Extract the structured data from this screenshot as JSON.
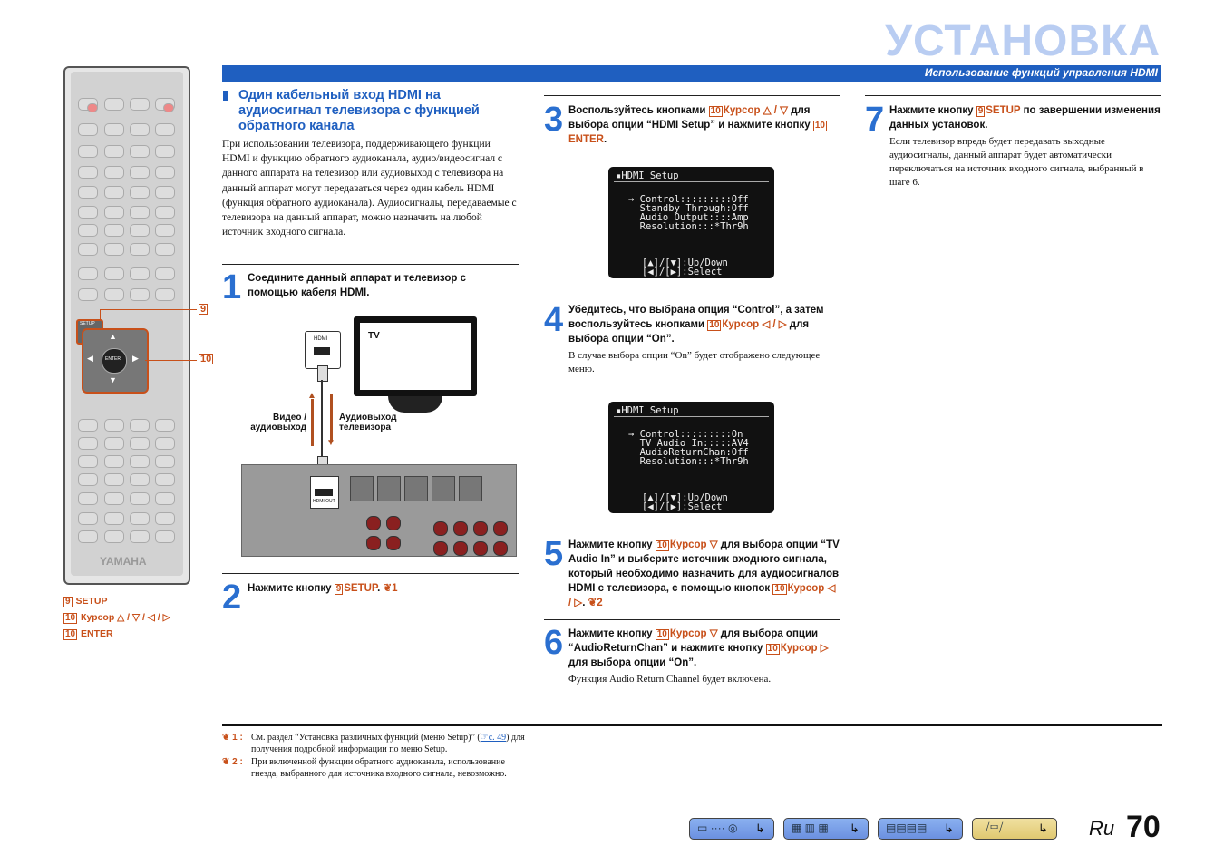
{
  "header": {
    "title": "УСТАНОВКА",
    "subtitle": "Использование функций управления HDMI"
  },
  "section": {
    "heading": "Один кабельный вход HDMI на аудиосигнал телевизора с функцией обратного канала",
    "intro": "При использовании телевизора, поддерживающего функции HDMI и функцию обратного аудиоканала, аудио/видеосигнал с данного аппарата на телевизор или аудиовыход с телевизора на данный аппарат могут передаваться через один кабель HDMI (функция обратного аудиоканала). Аудиосигналы, передаваемые с телевизора на данный аппарат, можно назначить на любой источник входного сигнала."
  },
  "steps": {
    "s1": {
      "num": "1",
      "text": "Соедините данный аппарат и телевизор с помощью кабеля HDMI."
    },
    "s2": {
      "num": "2",
      "pre": "Нажмите кнопку ",
      "key": "9",
      "btn": "SETUP",
      "post": ".",
      "note": "1"
    },
    "s3": {
      "num": "3",
      "pre": "Воспользуйтесь кнопками ",
      "key": "10",
      "btn": "Курсор △ / ▽",
      "mid": " для выбора опции “HDMI Setup” и нажмите кнопку ",
      "key2": "10",
      "btn2": "ENTER",
      "post": "."
    },
    "s4": {
      "num": "4",
      "pre": "Убедитесь, что выбрана опция “Control”, а затем воспользуйтесь кнопками ",
      "key": "10",
      "btn": "Курсор ◁ / ▷",
      "post": " для выбора опции “On”.",
      "body": "В случае выбора опции “On” будет отображено следующее меню."
    },
    "s5": {
      "num": "5",
      "pre": "Нажмите кнопку ",
      "key": "10",
      "btn": "Курсор ▽",
      "mid": " для выбора опции “TV Audio In” и выберите источник входного сигнала, который необходимо назначить для аудиосигналов HDMI с телевизора, с помощью кнопок ",
      "key2": "10",
      "btn2": "Курсор ◁ / ▷",
      "post": ".",
      "note": "2"
    },
    "s6": {
      "num": "6",
      "pre": "Нажмите кнопку ",
      "key": "10",
      "btn": "Курсор ▽",
      "mid": " для выбора опции “AudioReturnChan” и нажмите кнопку ",
      "key2": "10",
      "btn2": "Курсор ▷",
      "post": " для выбора опции “On”.",
      "body": "Функция Audio Return Channel будет включена."
    },
    "s7": {
      "num": "7",
      "pre": "Нажмите кнопку ",
      "key": "9",
      "btn": "SETUP",
      "post": " по завершении изменения данных установок.",
      "body": "Если телевизор впредь будет передавать выходные аудиосигналы, данный аппарат будет автоматически переключаться на источник входного сигнала, выбранный в шаге 6."
    }
  },
  "lcd1": {
    "title": "▪HDMI Setup",
    "lines": [
      "→ Control:::::::::Off",
      "  Standby Through:Off",
      "  Audio Output::::Amp",
      "  Resolution:::*Thr9h"
    ],
    "footer": [
      "[▲]/[▼]:Up/Down",
      "[◀]/[▶]:Select"
    ]
  },
  "lcd2": {
    "title": "▪HDMI Setup",
    "lines": [
      "→ Control:::::::::On",
      "  TV Audio In:::::AV4",
      "  AudioReturnChan:Off",
      "  Resolution:::*Thr9h"
    ],
    "footer": [
      "[▲]/[▼]:Up/Down",
      "[◀]/[▶]:Select"
    ]
  },
  "diagram": {
    "tv_label": "TV",
    "hdmi_label": "HDMI",
    "hdmi_out_label": "HDMI OUT",
    "video_out": "Видео /\nаудиовыход",
    "tv_audio_out": "Аудиовыход\nтелевизора"
  },
  "remote": {
    "callout_9": "9",
    "callout_10": "10",
    "setup_label": "SETUP",
    "enter_label": "ENTER",
    "brand": "YAMAHA"
  },
  "legend": [
    {
      "key": "9",
      "text": "SETUP"
    },
    {
      "key": "10",
      "text": "Курсор △ / ▽ / ◁ / ▷"
    },
    {
      "key": "10",
      "text": "ENTER"
    }
  ],
  "footnotes": [
    {
      "mark": "1 :",
      "text": "См. раздел “Установка различных функций (меню Setup)” (",
      "link": "☞с. 49",
      "text2": ") для получения подробной информации по меню Setup."
    },
    {
      "mark": "2 :",
      "text": "При включенной функции обратного аудиоканала, использование гнезда, выбранного для источника входного сигнала, невозможно."
    }
  ],
  "page": {
    "lang": "Ru",
    "number": "70"
  },
  "colors": {
    "accent_blue": "#1f5fc0",
    "button_orange": "#c8501a",
    "title_light_blue": "#b9cdf2"
  }
}
